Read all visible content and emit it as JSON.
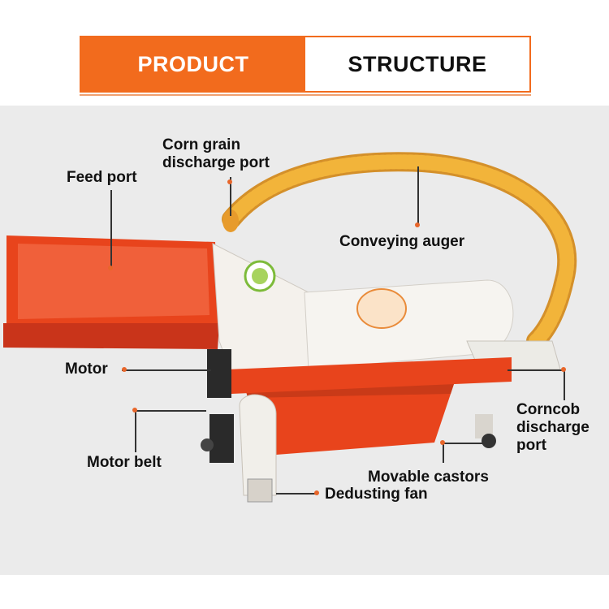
{
  "header": {
    "left_text": "PRODUCT",
    "right_text": "STRUCTURE"
  },
  "labels": {
    "corn_grain_line1": "Corn grain",
    "corn_grain_line2": "discharge port",
    "feed_port": "Feed port",
    "conveying_auger": "Conveying auger",
    "motor": "Motor",
    "motor_belt": "Motor belt",
    "corncob_line1": "Corncob",
    "corncob_line2": "discharge",
    "corncob_line3": "port",
    "movable_castors": "Movable castors",
    "dedusting_fan": "Dedusting fan"
  },
  "colors": {
    "accent": "#f26b1d",
    "machine_red": "#e8441c",
    "machine_white": "#f4f1ec",
    "hose_yellow": "#f2b43a",
    "dot": "#e8662a"
  }
}
